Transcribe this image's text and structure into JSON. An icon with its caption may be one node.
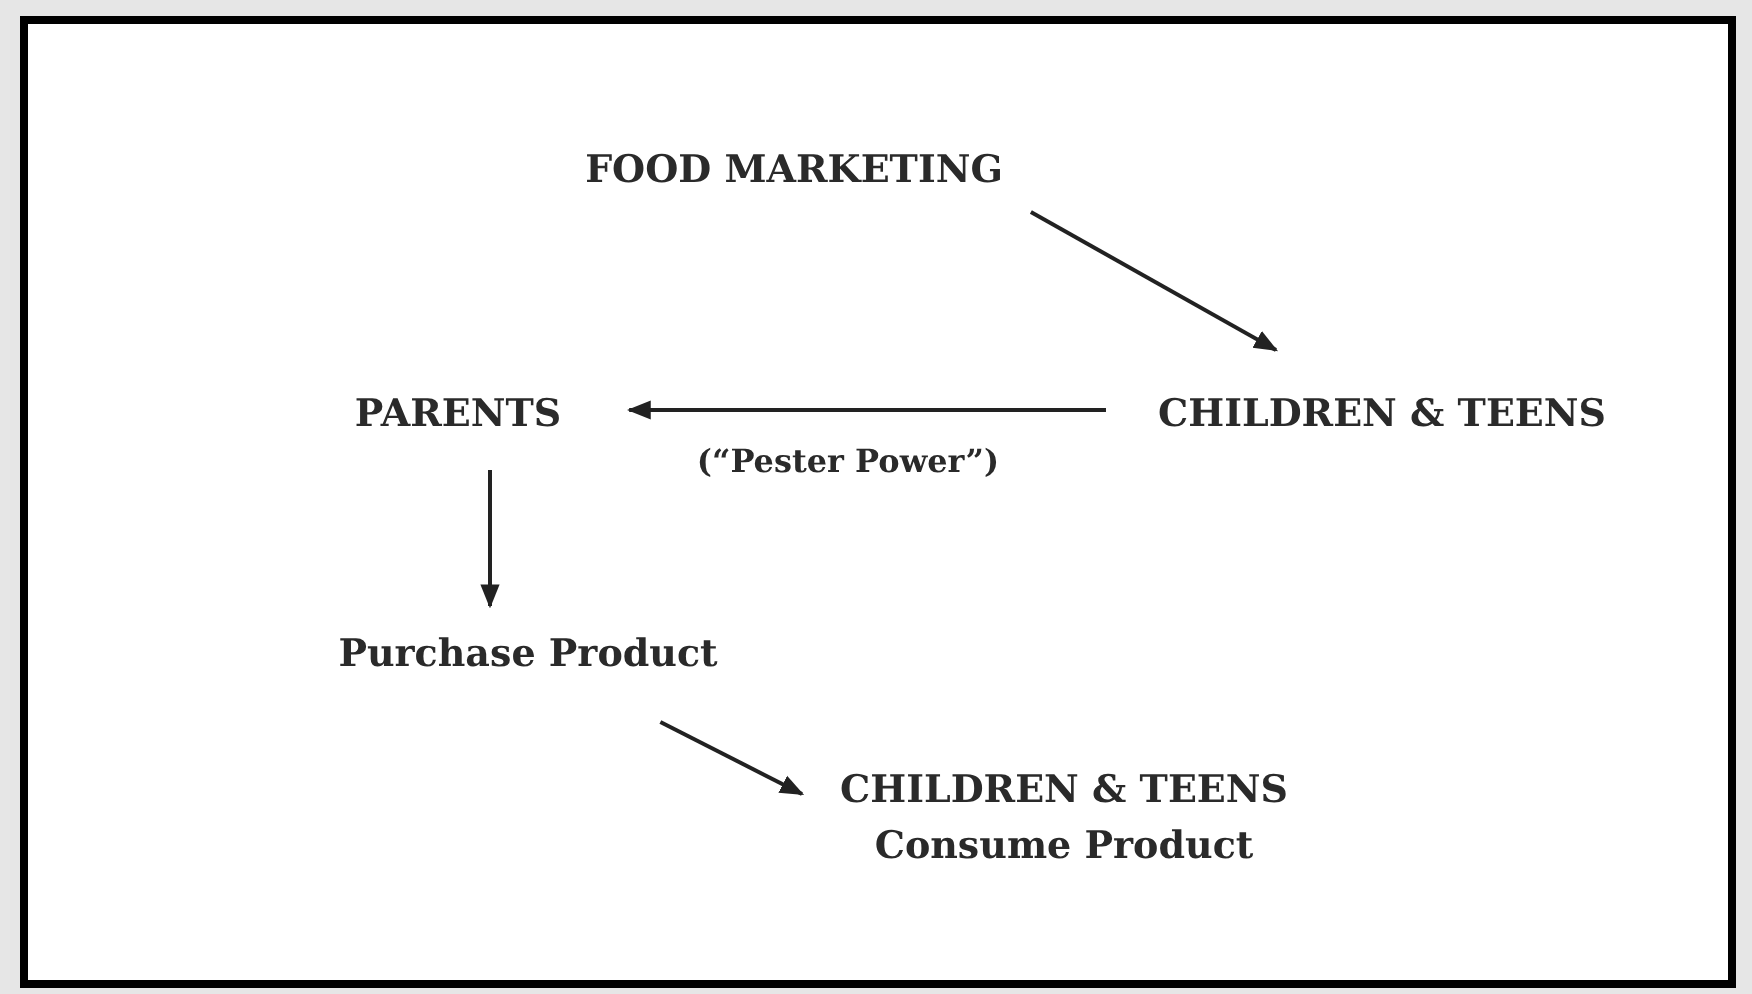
{
  "diagram": {
    "nodes": [
      {
        "text": [
          "FOOD MARKETING"
        ]
      },
      {
        "text": [
          "CHILDREN & TEENS"
        ]
      },
      {
        "text": [
          "PARENTS"
        ]
      },
      {
        "text": [
          "Purchase Product"
        ]
      },
      {
        "text": [
          "CHILDREN & TEENS",
          "Consume Product"
        ]
      }
    ],
    "edges": [
      {
        "from": 0,
        "to": 1,
        "arrow": "to"
      },
      {
        "from": 1,
        "to": 2,
        "arrow": "to",
        "label": "(“Pester Power”)"
      },
      {
        "from": 2,
        "to": 3,
        "arrow": "to"
      },
      {
        "from": 3,
        "to": 4,
        "arrow": "to"
      }
    ]
  }
}
